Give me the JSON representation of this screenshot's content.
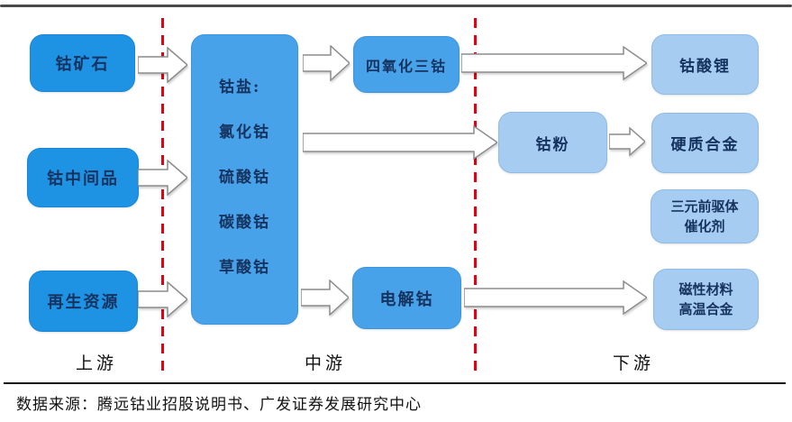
{
  "colors": {
    "upstream_box_blue": "#1e93e4",
    "midstream_box_blue": "#47a2e9",
    "downstream_box_blue": "#a6cdf1",
    "box_text_navy": "#16335f",
    "divider_red": "#e60012",
    "arrow_fill": "#ffffff",
    "arrow_border": "#8c8c8c"
  },
  "nodes": {
    "ore": "钴矿石",
    "intermediate": "钴中间品",
    "recycled": "再生资源",
    "salt_lines": [
      "钴盐:",
      "氯化钴",
      "硫酸钴",
      "碳酸钴",
      "草酸钴"
    ],
    "tetroxide": "四氧化三钴",
    "powder": "钴粉",
    "electrolytic": "电解钴",
    "lco": "钴酸锂",
    "hard_alloy": "硬质合金",
    "ternary_line1": "三元前驱体",
    "ternary_line2": "催化剂",
    "magnetic_line1": "磁性材料",
    "magnetic_line2": "高温合金"
  },
  "stage_labels": {
    "upstream": "上游",
    "midstream": "中游",
    "downstream": "下游"
  },
  "footer": {
    "source": "数据来源：腾远钴业招股说明书、广发证券发展研究中心"
  }
}
